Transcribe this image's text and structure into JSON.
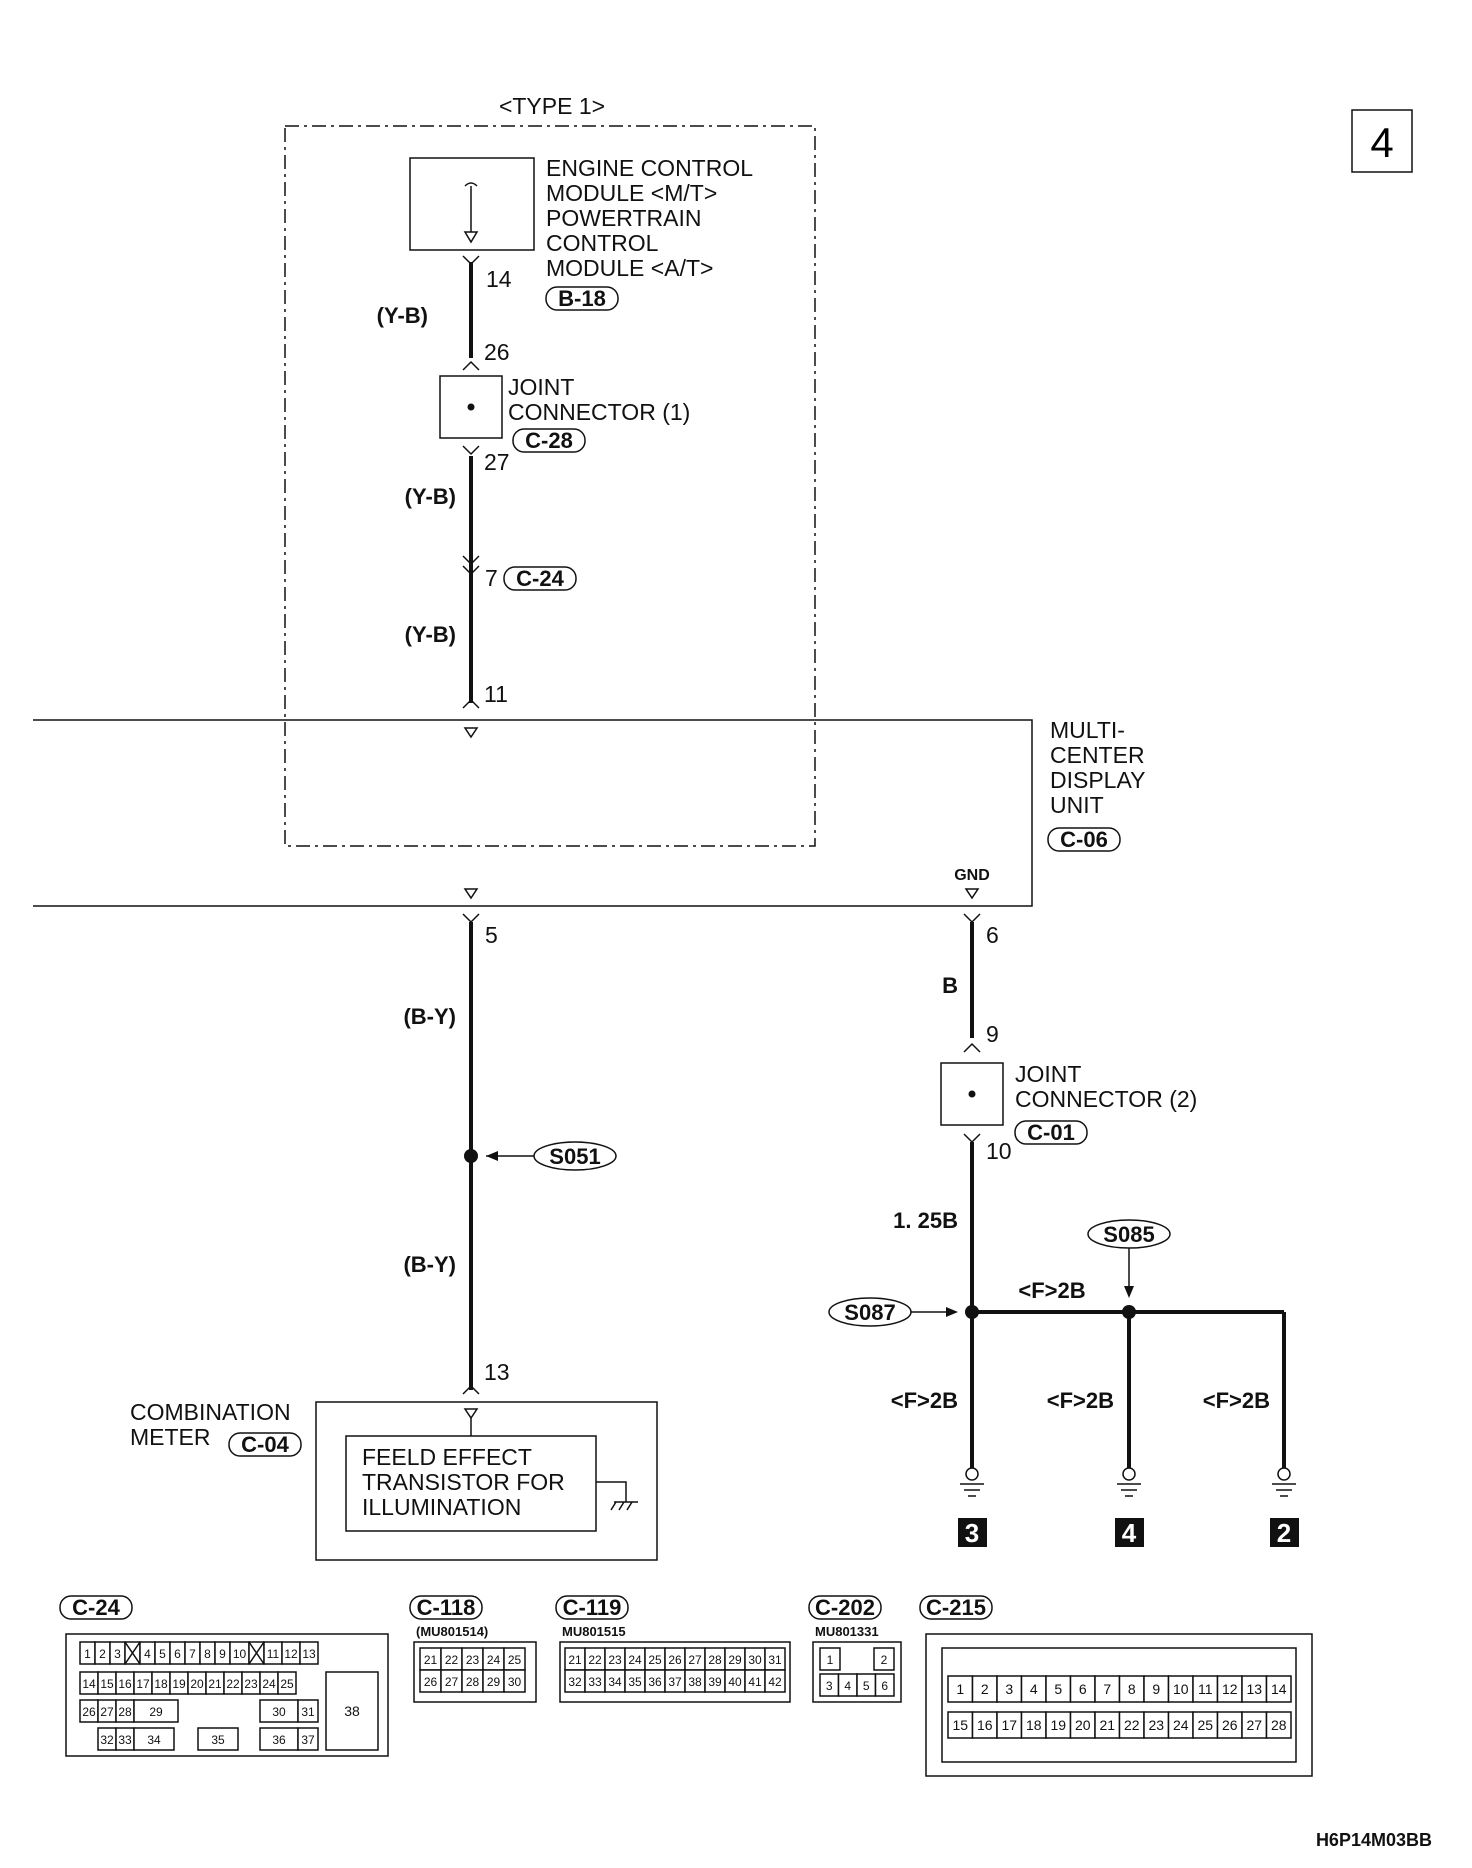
{
  "page_number": "4",
  "type_label": "<TYPE 1>",
  "ecm": {
    "lines": [
      "ENGINE CONTROL",
      "MODULE <M/T>",
      "POWERTRAIN",
      "CONTROL",
      "MODULE <A/T>"
    ],
    "connector": "B-18",
    "pin": "14"
  },
  "wire_yb": "(Y-B)",
  "wire_by": "(B-Y)",
  "joint1": {
    "lines": [
      "JOINT",
      "CONNECTOR (1)"
    ],
    "connector": "C-28",
    "pin_in": "26",
    "pin_out": "27"
  },
  "inline_c24": {
    "pin": "7",
    "connector": "C-24"
  },
  "mcdu": {
    "lines": [
      "MULTI-",
      "CENTER",
      "DISPLAY",
      "UNIT"
    ],
    "connector": "C-06",
    "pin_in": "11",
    "pin_out": "5",
    "gnd_label": "GND",
    "gnd_pin": "6"
  },
  "wire_b": "B",
  "joint2": {
    "lines": [
      "JOINT",
      "CONNECTOR (2)"
    ],
    "connector": "C-01",
    "pin_in": "9",
    "pin_out": "10"
  },
  "wire_125b": "1. 25B",
  "wire_f2b": "<F>2B",
  "splices": {
    "s051": "S051",
    "s085": "S085",
    "s087": "S087"
  },
  "ground_refs": [
    "3",
    "4",
    "2"
  ],
  "meter": {
    "lines": [
      "COMBINATION",
      "METER"
    ],
    "connector": "C-04",
    "pin": "13",
    "inner": [
      "FEELD EFFECT",
      "TRANSISTOR FOR",
      "ILLUMINATION"
    ]
  },
  "connector_views": {
    "c24": {
      "label": "C-24",
      "pins": [
        "1",
        "2",
        "3",
        "4",
        "5",
        "6",
        "7",
        "8",
        "9",
        "10",
        "11",
        "12",
        "13",
        "14",
        "15",
        "16",
        "17",
        "18",
        "19",
        "20",
        "21",
        "22",
        "23",
        "24",
        "25",
        "26",
        "27",
        "28",
        "29",
        "30",
        "31",
        "32",
        "33",
        "34",
        "35",
        "36",
        "37",
        "38"
      ]
    },
    "c118": {
      "label": "C-118",
      "part": "(MU801514)",
      "pins": [
        "21",
        "22",
        "23",
        "24",
        "25",
        "26",
        "27",
        "28",
        "29",
        "30"
      ]
    },
    "c119": {
      "label": "C-119",
      "part": "MU801515",
      "pins": [
        "21",
        "22",
        "23",
        "24",
        "25",
        "26",
        "27",
        "28",
        "29",
        "30",
        "31",
        "32",
        "33",
        "34",
        "35",
        "36",
        "37",
        "38",
        "39",
        "40",
        "41",
        "42"
      ]
    },
    "c202": {
      "label": "C-202",
      "part": "MU801331",
      "pins": [
        "1",
        "2",
        "3",
        "4",
        "5",
        "6"
      ]
    },
    "c215": {
      "label": "C-215",
      "pins": [
        "1",
        "2",
        "3",
        "4",
        "5",
        "6",
        "7",
        "8",
        "9",
        "10",
        "11",
        "12",
        "13",
        "14",
        "15",
        "16",
        "17",
        "18",
        "19",
        "20",
        "21",
        "22",
        "23",
        "24",
        "25",
        "26",
        "27",
        "28"
      ]
    }
  },
  "figure_code": "H6P14M03BB"
}
